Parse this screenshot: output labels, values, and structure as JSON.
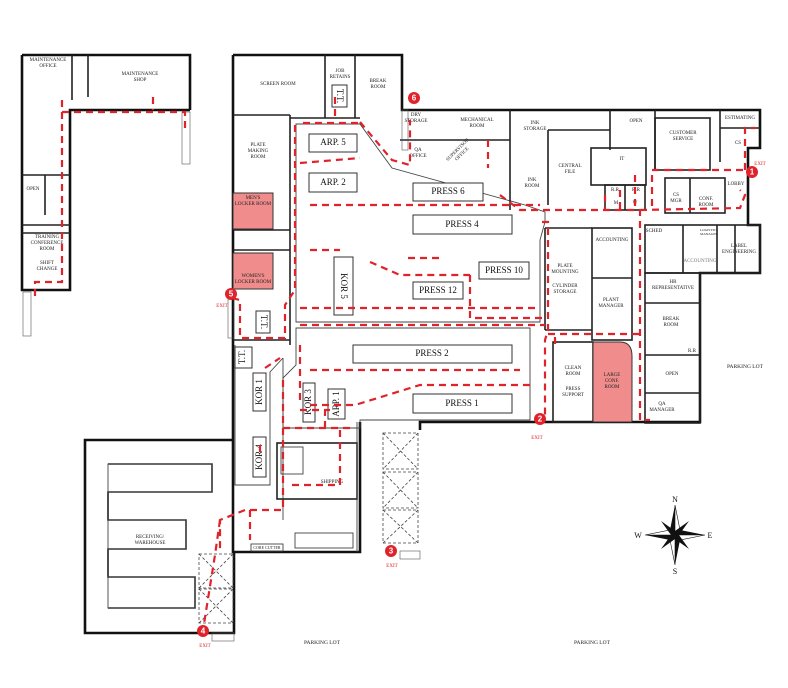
{
  "rooms": {
    "maintenance_office": [
      "MAINTENANCE",
      "OFFICE"
    ],
    "maintenance_shop": [
      "MAINTENANCE",
      "SHOP"
    ],
    "open_left": [
      "OPEN"
    ],
    "training": [
      "TRAINING",
      "CONFERENCE",
      "ROOM"
    ],
    "shift_change": [
      "SHIFT",
      "CHANGE"
    ],
    "screen_room": [
      "SCREEN ROOM"
    ],
    "job_retains": [
      "JOB",
      "RETAINS"
    ],
    "break_room_top": [
      "BREAK",
      "ROOM"
    ],
    "plate_making": [
      "PLATE",
      "MAKING",
      "ROOM"
    ],
    "mens_locker": [
      "MEN'S",
      "LOCKER ROOM"
    ],
    "womens_locker": [
      "WOMEN'S",
      "LOCKER ROOM"
    ],
    "dry_storage": [
      "DRY",
      "STORAGE"
    ],
    "mechanical": [
      "MECHANICAL",
      "ROOM"
    ],
    "qa_office": [
      "QA",
      "OFFICE"
    ],
    "supervisor": [
      "SUPERVISOR",
      "OFFICE"
    ],
    "ink_storage": [
      "INK",
      "STORAGE"
    ],
    "ink_room": [
      "INK",
      "ROOM"
    ],
    "central_file": [
      "CENTRAL",
      "FILE"
    ],
    "it": [
      "IT"
    ],
    "rr1": [
      "R.R"
    ],
    "rr2": [
      "R.R"
    ],
    "m": [
      "M"
    ],
    "w": [
      "W"
    ],
    "open_top": [
      "OPEN"
    ],
    "customer_service": [
      "CUSTOMER",
      "SERVICE"
    ],
    "estimating": [
      "ESTIMATING"
    ],
    "cs": [
      "CS"
    ],
    "lobby": [
      "LOBBY"
    ],
    "cs_mgr": [
      "CS",
      "MGR"
    ],
    "conf_room": [
      "CONF.",
      "ROOM"
    ],
    "sched": [
      "SCHED"
    ],
    "logistics": [
      "LOGISTICS",
      "MANAGER"
    ],
    "accounting_right": [
      "ACCOUNTING"
    ],
    "label_eng": [
      "LABEL",
      "ENGINEERING"
    ],
    "accounting": [
      "ACCOUNTING"
    ],
    "plate_mounting": [
      "PLATE",
      "MOUNTING"
    ],
    "cylinder": [
      "CYLINDER",
      "STORAGE"
    ],
    "plant_manager": [
      "PLANT",
      "MANAGER"
    ],
    "hr": [
      "HR",
      "REPRESENTATIVE"
    ],
    "break_room_right": [
      "BREAK",
      "ROOM"
    ],
    "rr3": [
      "R.R"
    ],
    "clean_room": [
      "CLEAN",
      "ROOM"
    ],
    "press_support": [
      "PRESS",
      "SUPPORT"
    ],
    "large_conf": [
      "LARGE",
      "CONF.",
      "ROOM"
    ],
    "open_right": [
      "OPEN"
    ],
    "qa_manager": [
      "QA",
      "MANAGER"
    ],
    "shipping": [
      "SHIPPING"
    ],
    "core_cutter": [
      "CORE CUTTER"
    ],
    "receiving": [
      "RECEIVING/",
      "WAREHOUSE"
    ]
  },
  "equipment": {
    "arp5": "ARP. 5",
    "arp2": "ARP. 2",
    "press6": "PRESS 6",
    "press4": "PRESS 4",
    "press10": "PRESS 10",
    "press12": "PRESS 12",
    "kor5": "KOR 5",
    "press2": "PRESS 2",
    "press1": "PRESS 1",
    "kor1": "KOR 1",
    "kor3": "KOR 3",
    "arp1": "ARP. 1",
    "kor4": "KOR 4",
    "tt_job": "T.T.",
    "tt_locker": "T.T.",
    "tt_left": "T.T."
  },
  "exits": [
    {
      "number": "1",
      "label": "EXIT"
    },
    {
      "number": "2",
      "label": "EXIT"
    },
    {
      "number": "3",
      "label": "EXIT"
    },
    {
      "number": "4",
      "label": "EXIT"
    },
    {
      "number": "5",
      "label": "EXIT"
    },
    {
      "number": "6",
      "label": ""
    }
  ],
  "parking_lot": [
    "PARKING LOT",
    "PARKING LOT",
    "PARKING LOT"
  ],
  "compass": {
    "n": "N",
    "s": "S",
    "e": "E",
    "w": "W",
    "icon": "compass-rose-icon"
  },
  "colors": {
    "route": "#e0232b",
    "locker_rooms": "#f08c8c",
    "exit_marker": "#e0232b"
  }
}
